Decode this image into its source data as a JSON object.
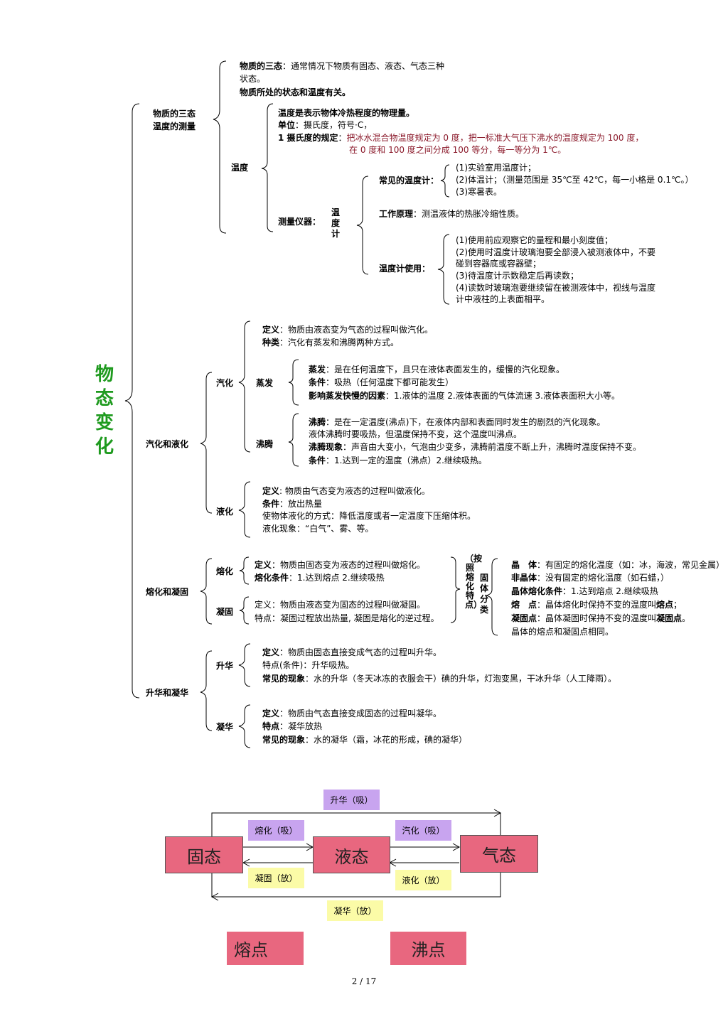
{
  "root": "物态变化",
  "s1": {
    "title_line1": "物质的三态",
    "title_line2": "温度的测量",
    "states_label": "物质的三态",
    "states_text": "：通常情况下物质有固态、液态、气态三种",
    "states_text2": "状态。",
    "states_temp": "物质所处的状态和温度有关。",
    "temp_label": "温度",
    "temp_def": "温度是表示物体冷热程度的物理量。",
    "unit_label": "单位",
    "unit_text": "：摄氏度，符号·C，",
    "celsius_label": "1 摄氏度的规定",
    "celsius_colon": "：",
    "celsius_text1": "把冰水混合物温度规定为 0 度，把一标准大气压下沸水的温度规定为 100 度，",
    "celsius_text2": "在 0 度和 100 度之间分成 100 等分，每一等分为 1℃。",
    "instrument_label": "测量仪器：",
    "thermometer_vertical": "温度计",
    "common_label": "常见的温度计：",
    "common_items": [
      "(1)实验室用温度计；",
      "(2)体温计；（测量范围是 35℃至 42℃，每一小格是 0.1℃。）",
      "(3)寒暑表。"
    ],
    "principle_label": "工作原理",
    "principle_text": "：测温液体的热胀冷缩性质。",
    "usage_label": "温度计使用：",
    "usage_items": [
      "(1)使用前应观察它的量程和最小刻度值；",
      "(2)使用时温度计玻璃泡要全部浸入被测液体中，不要",
      "碰到容器底或容器壁；",
      "(3)待温度计示数稳定后再读数；",
      "(4)读数时玻璃泡要继续留在被测液体中，视线与温度",
      "计中液柱的上表面相平。"
    ]
  },
  "s2": {
    "title": "汽化和液化",
    "vap": "汽化",
    "vap_def_label": "定义",
    "vap_def": "：物质由液态变为气态的过程叫做汽化。",
    "vap_kind_label": "种类",
    "vap_kind": "：汽化有蒸发和沸腾两种方式。",
    "evap": "蒸发",
    "evap_1_label": "蒸发",
    "evap_1": "：是在任何温度下，且只在液体表面发生的，缓慢的汽化现象。",
    "evap_2_label": "条件",
    "evap_2": "：吸热（任何温度下都可能发生）",
    "evap_3_label": "影响蒸发快慢的因素",
    "evap_3": "：1.液体的温度 2.液体表面的气体流速 3.液体表面积大小等。",
    "boil": "沸腾",
    "boil_1_label": "沸腾",
    "boil_1": "：是在一定温度(沸点)下，在液体内部和表面同时发生的剧烈的汽化现象。",
    "boil_2": "液体沸腾时要吸热，但温度保持不变，这个温度叫沸点。",
    "boil_3_label": "沸腾现象",
    "boil_3": "：声音由大变小，气泡由少变多，沸腾前温度不断上升，沸腾时温度保持不变。",
    "boil_4_label": "条件",
    "boil_4": "：1.达到一定的温度（沸点）2.继续吸热。",
    "liq": "液化",
    "liq_1_label": "定义",
    "liq_1": ": 物质由气态变为液态的过程叫做液化。",
    "liq_2_label": "条件",
    "liq_2": "：放出热量",
    "liq_3": "使物体液化的方式：降低温度或者一定温度下压缩体积。",
    "liq_4": "液化现象：“白气”、雾、等。"
  },
  "s3": {
    "title": "熔化和凝固",
    "melt": "熔化",
    "melt_1_label": "定义",
    "melt_1": "：物质由固态变为液态的过程叫做熔化。",
    "melt_2_label": "熔化条件",
    "melt_2": "：1.达到熔点 2.继续吸热",
    "solid": "凝固",
    "solid_1": "定义：物质由液态变为固态的过程叫做凝固。",
    "solid_2": "特点：凝固过程放出热量, 凝固是熔化的逆过程。",
    "bracket_vertical": "（按照熔化特点）",
    "classify_vertical": "固体分类",
    "cls_1_label": "晶　体",
    "cls_1": "：有固定的熔化温度（如：冰，海波，常见金属）",
    "cls_2_label": "非晶体",
    "cls_2": "：没有固定的熔化温度（如石蜡，）",
    "cls_3_label": "晶体熔化条件",
    "cls_3": "：1.达到熔点 2.继续吸热",
    "cls_4_label": "熔　点",
    "cls_4a": "：晶体熔化时保持不变的温度叫",
    "cls_4b": "熔点",
    "cls_4c": "；",
    "cls_5_label": "凝固点",
    "cls_5a": "：晶体凝固时保持不变的温度叫",
    "cls_5b": "凝固点",
    "cls_5c": "。",
    "cls_6": "晶体的熔点和凝固点相同。"
  },
  "s4": {
    "title": "升华和凝华",
    "sub": "升华",
    "sub_1_label": "定义",
    "sub_1": "：物质由固态直接变成气态的过程叫升华。",
    "sub_2": "特点(条件)：升华吸热。",
    "sub_3_label": "常见的现象",
    "sub_3": "：水的升华（冬天冰冻的衣服会干）碘的升华，灯泡变黑，干冰升华（人工降雨）。",
    "dep": "凝华",
    "dep_1_label": "定义",
    "dep_1": "：物质由气态直接变成固态的过程叫凝华。",
    "dep_2_label": "特点",
    "dep_2": "：凝华放热",
    "dep_3_label": "常见的现象",
    "dep_3": "：水的凝华（霜，冰花的形成，碘的凝华）"
  },
  "diagram": {
    "solid": "固态",
    "liquid": "液态",
    "gas": "气态",
    "sublimation": "升华（吸）",
    "melting": "熔化（吸）",
    "vaporization": "汽化（吸）",
    "freezing": "凝固（放）",
    "condensation": "液化（放）",
    "deposition": "凝华（放）",
    "melting_point": "熔点",
    "boiling_point": "沸点",
    "box_color": "#e8677f",
    "absorb_color": "#c8a4ef",
    "release_color": "#fbfba7"
  },
  "page_number": "2 / 17"
}
